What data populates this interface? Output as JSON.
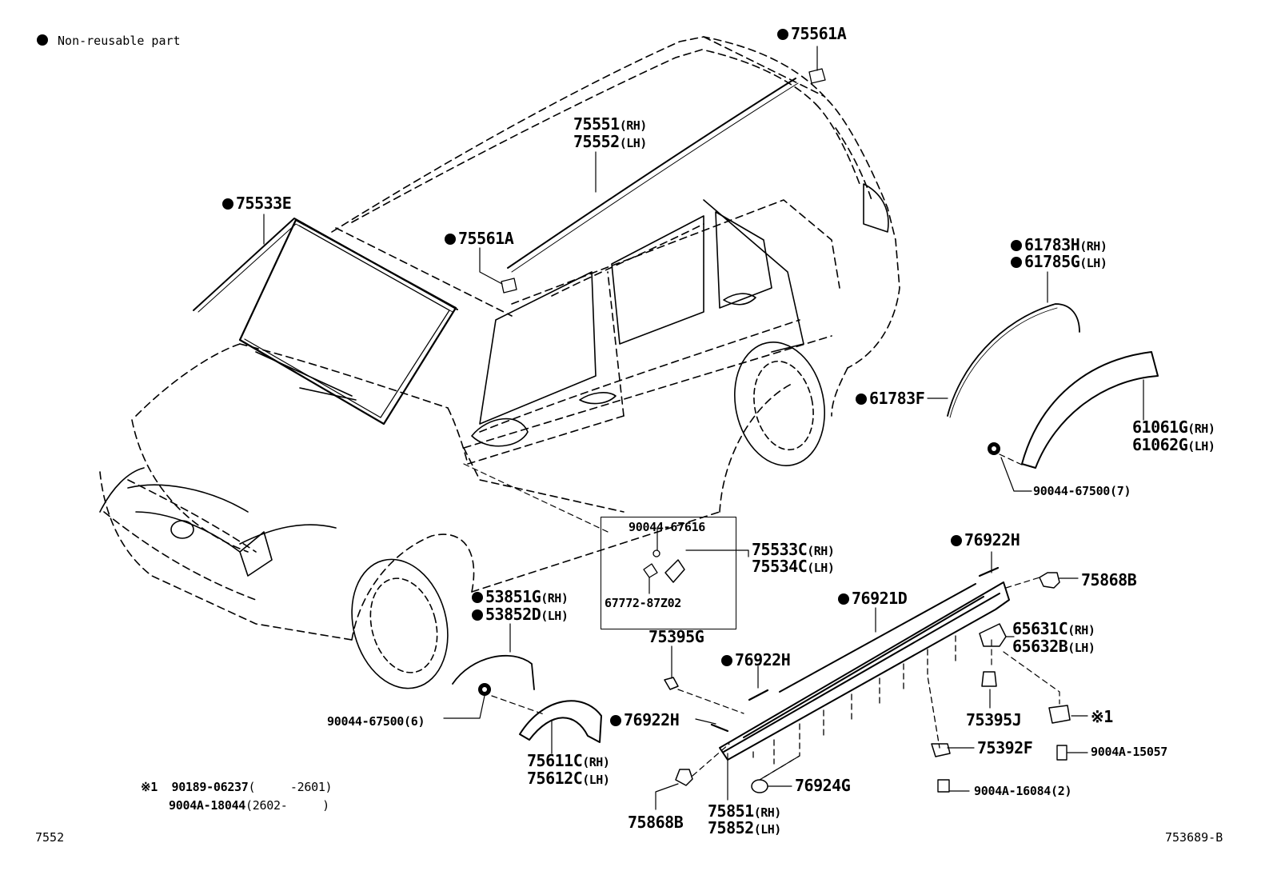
{
  "legend": {
    "non_reusable": "Non-reusable part"
  },
  "labels": {
    "p75561A_top": "75561A",
    "p75551": "75551",
    "p75551_side": "(RH)",
    "p75552": "75552",
    "p75552_side": "(LH)",
    "p75533E": "75533E",
    "p75561A_mid": "75561A",
    "p61783H": "61783H",
    "p61783H_side": "(RH)",
    "p61785G": "61785G",
    "p61785G_side": "(LH)",
    "p61783F": "61783F",
    "p61061G": "61061G",
    "p61061G_side": "(RH)",
    "p61062G": "61062G",
    "p61062G_side": "(LH)",
    "p90044_67500_7": "90044-67500(7)",
    "p90044_67616": "90044-67616",
    "p67772_87Z02": "67772-87Z02",
    "p75533C": "75533C",
    "p75533C_side": "(RH)",
    "p75534C": "75534C",
    "p75534C_side": "(LH)",
    "p76922H_a": "76922H",
    "p75868B_r": "75868B",
    "p76921D": "76921D",
    "p65631C": "65631C",
    "p65631C_side": "(RH)",
    "p65632B": "65632B",
    "p65632B_side": "(LH)",
    "p53851G": "53851G",
    "p53851G_side": "(RH)",
    "p53852D": "53852D",
    "p53852D_side": "(LH)",
    "p75395G": "75395G",
    "p76922H_b": "76922H",
    "p75395J": "75395J",
    "p90044_67500_6": "90044-67500(6)",
    "p76922H_c": "76922H",
    "note1_mark": "※1",
    "p75392F": "75392F",
    "p9004A_15057": "9004A-15057",
    "p75611C": "75611C",
    "p75611C_side": "(RH)",
    "p75612C": "75612C",
    "p75612C_side": "(LH)",
    "p76924G": "76924G",
    "p9004A_16084": "9004A-16084(2)",
    "p75868B_l": "75868B",
    "p75851": "75851",
    "p75851_side": "(RH)",
    "p75852": "75852",
    "p75852_side": "(LH)"
  },
  "footnote": {
    "mark": "※1",
    "line1_part": "90189-06237",
    "line1_range": "(     -2601)",
    "line2_part": "9004A-18044",
    "line2_range": "(2602-     )"
  },
  "corner": {
    "left": "7552",
    "right": "753689-B"
  }
}
